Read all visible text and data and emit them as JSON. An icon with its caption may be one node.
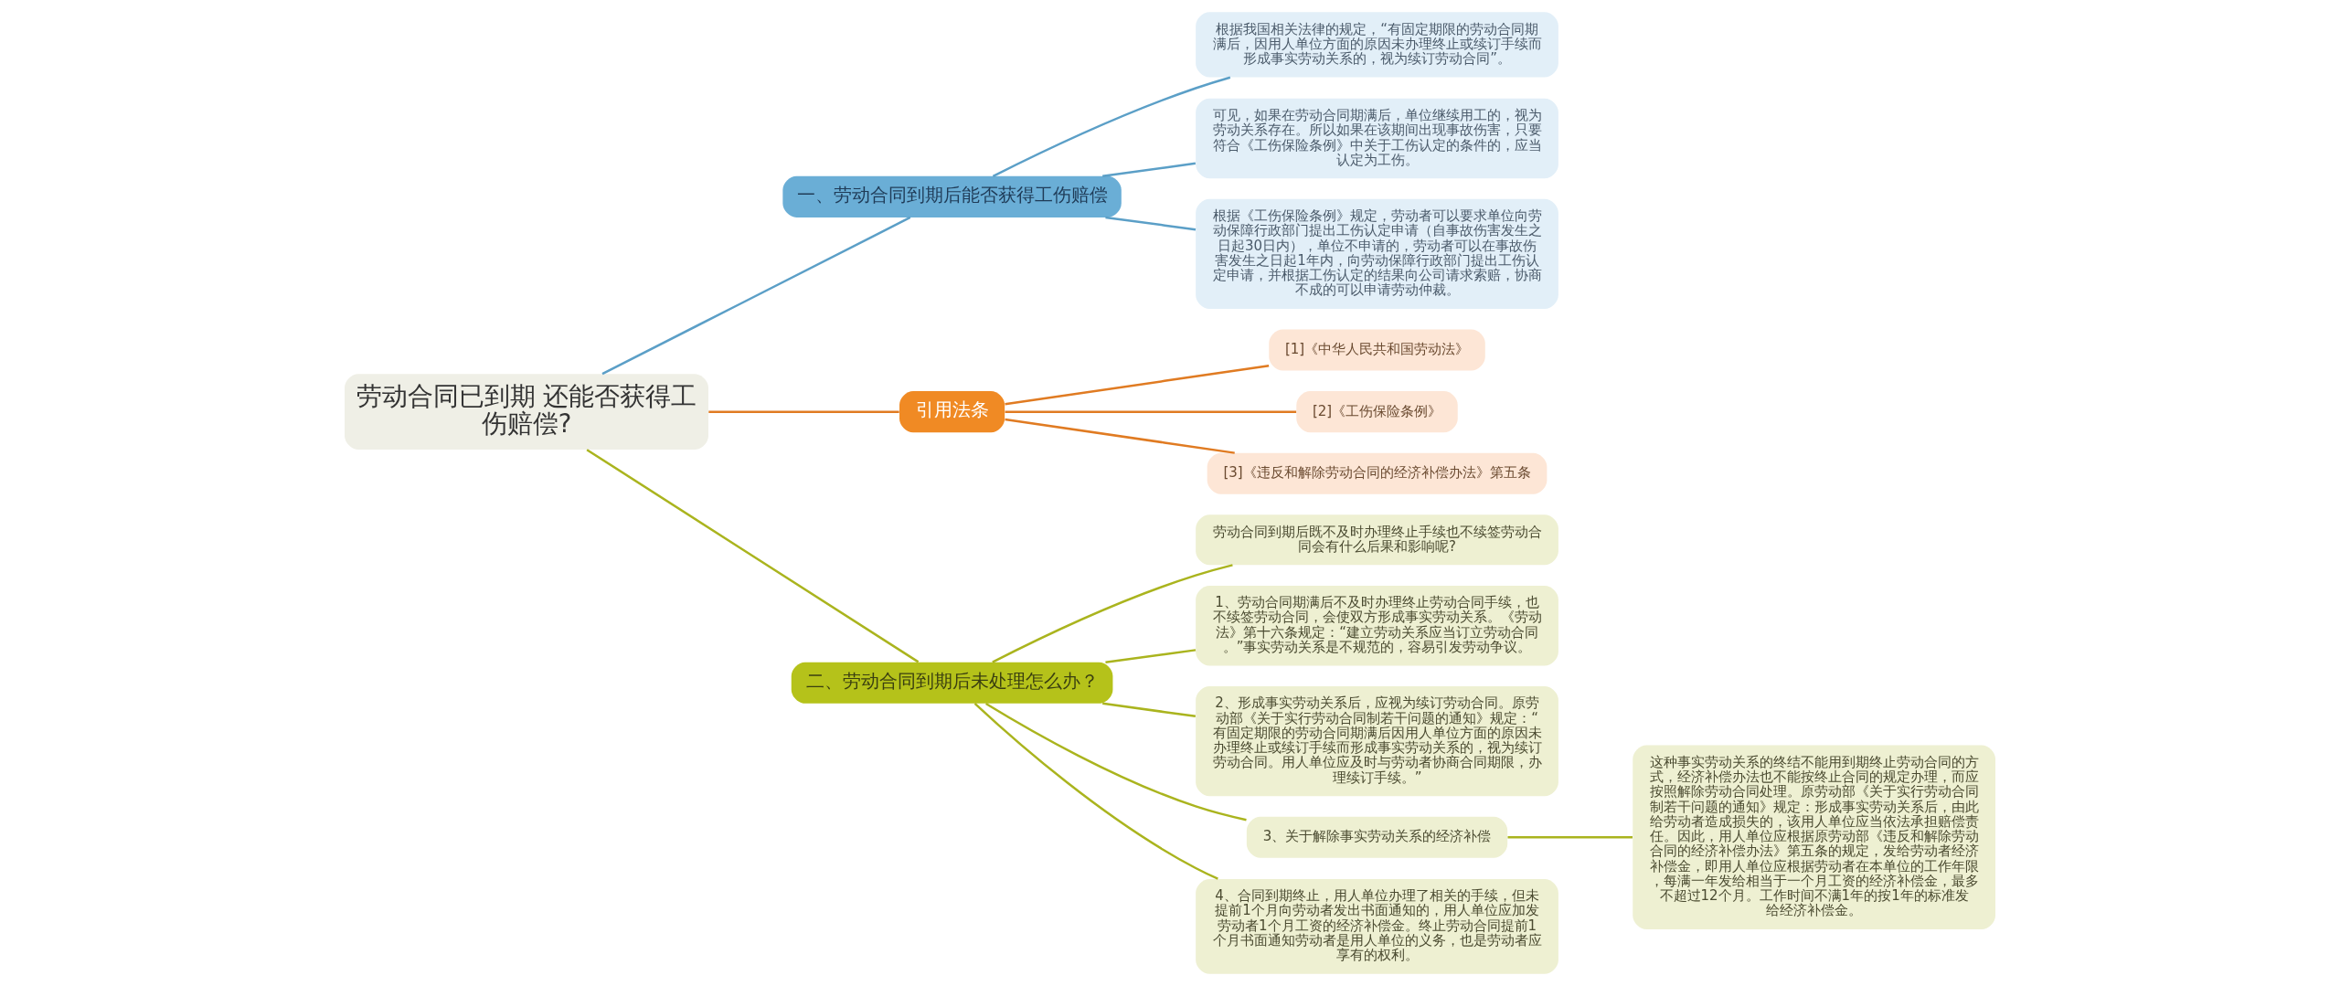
{
  "diagram": {
    "nodes": [
      {
        "text": [
          "劳动合同已到期 还能否获得工伤赔偿?"
        ]
      },
      {
        "text": [
          "一、劳动合同到期后能否获得工伤赔偿"
        ]
      },
      {
        "text": [
          "根据我国相关法律的规定，“有固定期限的劳动合同期满后，因用人单位方面的原因未办理终止或续订手续而形成事实劳动关系的，视为续订劳动合同”。"
        ]
      },
      {
        "text": [
          "可见，如果在劳动合同期满后，单位继续用工的，视为劳动关系存在。所以如果在该期间出现事故伤害，只要符合《工伤保险条例》中关于工伤认定的条件的，应当认定为工伤。"
        ]
      },
      {
        "text": [
          "根据《工伤保险条例》规定，劳动者可以要求单位向劳动保障行政部门提出工伤认定申请（自事故伤害发生之日起30日内），单位不申请的，劳动者可以在事故伤害发生之日起1年内，向劳动保障行政部门提出工伤认定申请，并根据工伤认定的结果向公司请求索赔，协商不成的可以申请劳动仲裁。"
        ]
      },
      {
        "text": [
          "引用法条"
        ]
      },
      {
        "text": [
          "[1]《中华人民共和国劳动法》"
        ]
      },
      {
        "text": [
          "[2]《工伤保险条例》"
        ]
      },
      {
        "text": [
          "[3]《违反和解除劳动合同的经济补偿办法》第五条"
        ]
      },
      {
        "text": [
          "二、劳动合同到期后未处理怎么办？"
        ]
      },
      {
        "text": [
          "劳动合同到期后既不及时办理终止手续也不续签劳动合同会有什么后果和影响呢?"
        ]
      },
      {
        "text": [
          "1、劳动合同期满后不及时办理终止劳动合同手续，也不续签劳动合同，会使双方形成事实劳动关系。《劳动法》第十六条规定：“建立劳动关系应当订立劳动合同。”事实劳动关系是不规范的，容易引发劳动争议。"
        ]
      },
      {
        "text": [
          "2、形成事实劳动关系后，应视为续订劳动合同。原劳动部《关于实行劳动合同制若干问题的通知》规定：“有固定期限的劳动合同期满后因用人单位方面的原因未办理终止或续订手续而形成事实劳动关系的，视为续订劳动合同。用人单位应及时与劳动者协商合同期限，办理续订手续。”"
        ]
      },
      {
        "text": [
          "3、关于解除事实劳动关系的经济补偿"
        ]
      },
      {
        "text": [
          "这种事实劳动关系的终结不能用到期终止劳动合同的方式，经济补偿办法也不能按终止合同的规定办理，而应按照解除劳动合同处理。原劳动部《关于实行劳动合同制若干问题的通知》规定：形成事实劳动关系后，由此给劳动者造成损失的，该用人单位应当依法承担赔偿责任。因此，用人单位应根据原劳动部《违反和解除劳动合同的经济补偿办法》第五条的规定，发给劳动者经济补偿金，即用人单位应根据劳动者在本单位的工作年限，每满一年发给相当于一个月工资的经济补偿金，最多不超过12个月。工作时间不满1年的按1年的标准发给经济补偿金。"
        ]
      },
      {
        "text": [
          "4、合同到期终止，用人单位办理了相关的手续，但未提前1个月向劳动者发出书面通知的，用人单位应加发劳动者1个月工资的经济补偿金。终止劳动合同提前1个月书面通知劳动者是用人单位的义务，也是劳动者应享有的权利。"
        ]
      }
    ],
    "edges": [
      {
        "from": 0,
        "to": 1,
        "arrow": "none",
        "color": "#5b9fc7"
      },
      {
        "from": 1,
        "to": 2,
        "arrow": "none",
        "color": "#5b9fc7"
      },
      {
        "from": 1,
        "to": 3,
        "arrow": "none",
        "color": "#5b9fc7"
      },
      {
        "from": 1,
        "to": 4,
        "arrow": "none",
        "color": "#5b9fc7"
      },
      {
        "from": 0,
        "to": 5,
        "arrow": "none",
        "color": "#e07b22"
      },
      {
        "from": 5,
        "to": 6,
        "arrow": "none",
        "color": "#e07b22"
      },
      {
        "from": 5,
        "to": 7,
        "arrow": "none",
        "color": "#e07b22"
      },
      {
        "from": 5,
        "to": 8,
        "arrow": "none",
        "color": "#e07b22"
      },
      {
        "from": 0,
        "to": 9,
        "arrow": "none"
      },
      {
        "from": 9,
        "to": 10,
        "arrow": "none"
      },
      {
        "from": 9,
        "to": 11,
        "arrow": "none"
      },
      {
        "from": 9,
        "to": 12,
        "arrow": "none"
      },
      {
        "from": 9,
        "to": 13,
        "arrow": "none"
      },
      {
        "from": 13,
        "to": 14,
        "arrow": "none"
      },
      {
        "from": 9,
        "to": 15,
        "arrow": "none"
      }
    ]
  }
}
